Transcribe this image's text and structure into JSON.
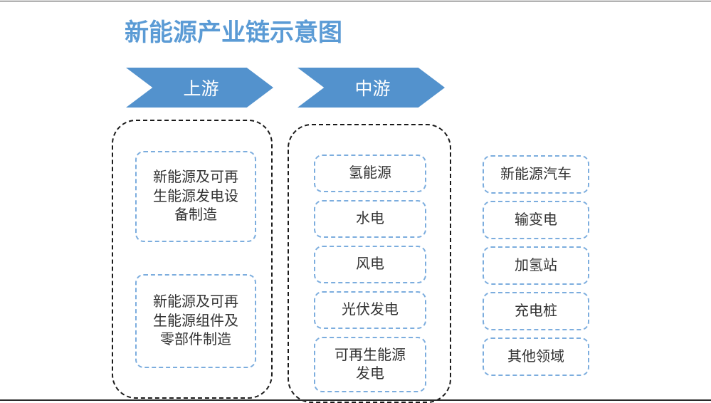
{
  "title": "新能源产业链示意图",
  "colors": {
    "accent_blue": "#5b9bd5",
    "chevron_fill": "#5392cd",
    "item_border_blue": "#7cadde",
    "group_border_black": "#1a1a1a",
    "text_dark": "#333333",
    "background": "#ffffff"
  },
  "stages": [
    {
      "key": "upstream",
      "label": "上游"
    },
    {
      "key": "midstream",
      "label": "中游"
    }
  ],
  "columns": {
    "upstream": {
      "label": "上游",
      "items": [
        {
          "text": "新能源及可再\n生能源发电设\n备制造"
        },
        {
          "text": "新能源及可再\n生能源组件及\n零部件制造"
        }
      ]
    },
    "midstream": {
      "label": "中游",
      "items": [
        {
          "text": "氢能源"
        },
        {
          "text": "水电"
        },
        {
          "text": "风电"
        },
        {
          "text": "光伏发电"
        },
        {
          "text": "可再生能源\n发电"
        }
      ]
    },
    "downstream": {
      "label": "",
      "items": [
        {
          "text": "新能源汽车"
        },
        {
          "text": "输变电"
        },
        {
          "text": "加氢站"
        },
        {
          "text": "充电桩"
        },
        {
          "text": "其他领域"
        }
      ]
    }
  }
}
